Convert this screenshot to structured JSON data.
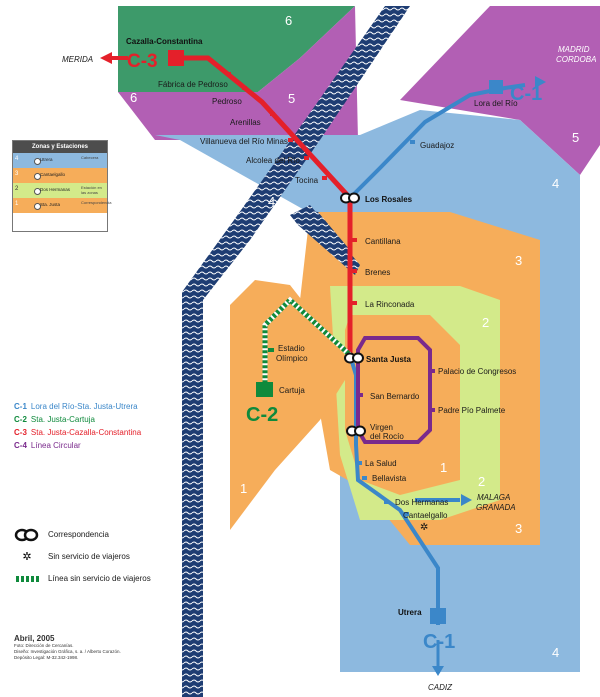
{
  "colors": {
    "line_c1": "#3b87c9",
    "line_c2": "#0f8a3c",
    "line_c3": "#e4202a",
    "line_c4": "#7a2a8c",
    "zone1": "#f6ad5a",
    "zone2": "#d3ea8a",
    "zone3": "#f6ad5a",
    "zone4": "#8db9df",
    "zone5": "#b25fb4",
    "zone6": "#3d9a6a",
    "river": "#1e3d73"
  },
  "icons": {
    "interchange": "interchange-icon",
    "no_service": "asterisk-icon",
    "line_c1": "c1-badge",
    "line_c2": "c2-badge",
    "line_c3": "c3-badge"
  },
  "zones": {
    "z6a": "6",
    "z6b": "6",
    "z5a": "5",
    "z5b": "5",
    "z4a": "4",
    "z4b": "4",
    "z4c": "4",
    "z3a": "3",
    "z3b": "3",
    "z2a": "2",
    "z2b": "2",
    "z1a": "1",
    "z1b": "1"
  },
  "directions": {
    "merida": "MERIDA",
    "madrid": "MADRID",
    "cordoba": "CORDOBA",
    "malaga": "MALAGA",
    "granada": "GRANADA",
    "cadiz": "CADIZ"
  },
  "badges": {
    "c1_top": "C-1",
    "c1_bottom": "C-1",
    "c2": "C-2",
    "c3": "C-3"
  },
  "stations": {
    "cazalla": "Cazalla-Constantina",
    "fabrica": "Fábrica de Pedroso",
    "pedroso": "Pedroso",
    "arenillas": "Arenillas",
    "villanueva": "Villanueva del Río Minas",
    "alcolea": "Alcolea del Río",
    "tocina": "Tocina",
    "los_rosales": "Los Rosales",
    "lora": "Lora del Río",
    "guadajoz": "Guadajoz",
    "cantillana": "Cantillana",
    "brenes": "Brenes",
    "rinconada": "La Rinconada",
    "estadio_1": "Estadio",
    "estadio_2": "Olímpico",
    "cartuja": "Cartuja",
    "santa_justa": "Santa Justa",
    "palacio": "Palacio de Congresos",
    "san_bernardo": "San Bernardo",
    "padre_pio": "Padre Pío Palmete",
    "virgen_1": "Virgen",
    "virgen_2": "del Rocío",
    "la_salud": "La Salud",
    "bellavista": "Bellavista",
    "dos_hermanas": "Dos Hermanas",
    "cantaelgallo": "Cantaelgallo",
    "utrera": "Utrera"
  },
  "zones_key": {
    "title": "Zonas y Estaciones",
    "rows": [
      {
        "num": "4",
        "name": "Utrera",
        "desc": "Cabecera",
        "color": "#8db9df"
      },
      {
        "num": "3",
        "name": "Cantaelgallo",
        "desc": "",
        "color": "#f6ad5a"
      },
      {
        "num": "2",
        "name": "Dos Hermanas",
        "desc": "Estación en las zonas",
        "color": "#d3ea8a"
      },
      {
        "num": "1",
        "name": "Sta. Justa",
        "desc": "Correspondencia",
        "color": "#f6ad5a"
      }
    ]
  },
  "legend": {
    "lines": [
      {
        "code": "C-1",
        "name": "Lora del Río-Sta. Justa-Utrera",
        "color": "#3b87c9"
      },
      {
        "code": "C-2",
        "name": "Sta. Justa-Cartuja",
        "color": "#0f8a3c"
      },
      {
        "code": "C-3",
        "name": "Sta. Justa-Cazalla-Constantina",
        "color": "#e4202a"
      },
      {
        "code": "C-4",
        "name": "Línea Circular",
        "color": "#7a2a8c"
      }
    ],
    "symbols": {
      "interchange": "Correspondencia",
      "no_service": "Sin servicio de viajeros",
      "no_service_line": "Línea sin servicio de viajeros"
    }
  },
  "footer": {
    "date": "Abril, 2005",
    "line1": "Foto: Dirección de Cercanías.",
    "line2": "Diseño: Investigación Gráfica, s. a. / Alberto Corazón.",
    "line3": "Depósito Legal: M-32.342-1998."
  }
}
